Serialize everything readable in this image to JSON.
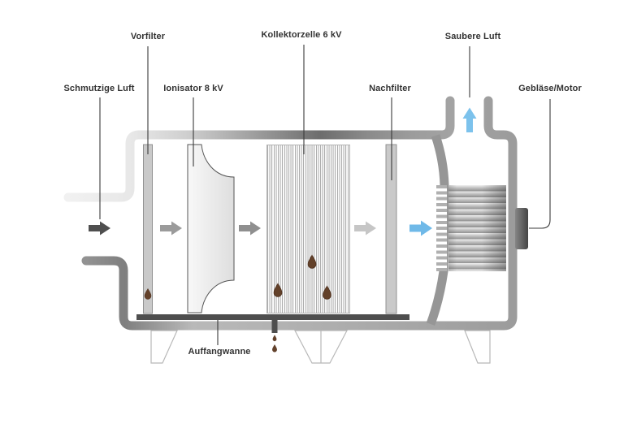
{
  "diagram": {
    "labels": {
      "schmutzige_luft": "Schmutzige Luft",
      "vorfilter": "Vorfilter",
      "ionisator": "Ionisator 8 kV",
      "kollektorzelle": "Kollektorzelle 6 kV",
      "nachfilter": "Nachfilter",
      "saubere_luft": "Saubere Luft",
      "geblaese_motor": "Gebläse/Motor",
      "auffangwanne": "Auffangwanne"
    },
    "flow_stages": [
      "Schmutzige Luft",
      "Vorfilter",
      "Ionisator 8 kV",
      "Kollektorzelle 6 kV",
      "Nachfilter",
      "Gebläse/Motor",
      "Saubere Luft"
    ],
    "colors": {
      "dirty_air_arrow": "#4f4f4f",
      "arrow_after_vorfilter": "#9b9b9b",
      "arrow_after_ionisator": "#8f8f8f",
      "arrow_after_kollektor": "#c6c6c6",
      "clean_air_arrow": "#6fb9e8",
      "clean_air_up_arrow": "#7cc2ec",
      "droplet_brown": "#63412a",
      "housing_gray": "#a0a0a0",
      "tray_dark": "#4e4e4e",
      "label_text": "#333333"
    }
  }
}
